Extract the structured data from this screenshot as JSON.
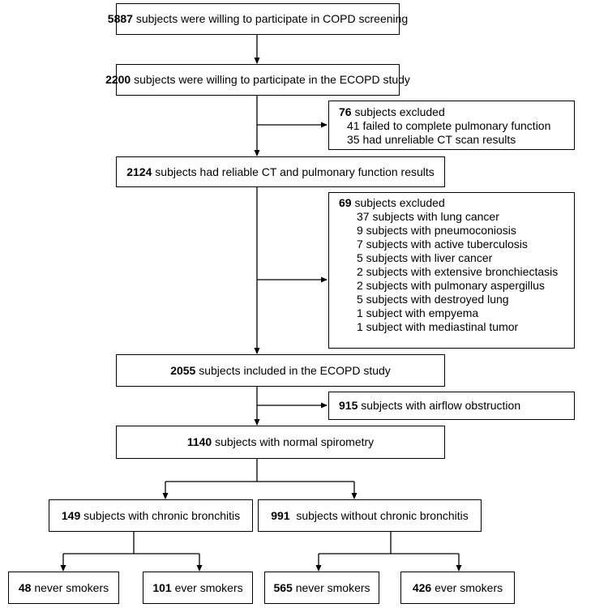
{
  "boxes": {
    "b1": {
      "num": "5887",
      "text": " subjects were willing to participate in COPD screening"
    },
    "b2": {
      "num": "2200",
      "text": " subjects were willing to participate in the ECOPD study"
    },
    "b3": {
      "num": "2124",
      "text": " subjects had reliable CT and pulmonary function results"
    },
    "b4": {
      "num": "2055",
      "text": " subjects included in the ECOPD study"
    },
    "b5": {
      "num": "1140",
      "text": " subjects with normal spirometry"
    },
    "b6": {
      "num": "149",
      "text": " subjects with chronic bronchitis"
    },
    "b7": {
      "num": "991",
      "text": "  subjects without chronic bronchitis"
    },
    "b8": {
      "num": "48",
      "text": " never smokers"
    },
    "b9": {
      "num": "101",
      "text": " ever smokers"
    },
    "b10": {
      "num": "565",
      "text": " never smokers"
    },
    "b11": {
      "num": "426",
      "text": " ever smokers"
    }
  },
  "exclusion1": {
    "num": "76",
    "text": " subjects excluded",
    "items": [
      "41 failed to complete pulmonary function",
      "35 had unreliable CT scan results"
    ]
  },
  "exclusion2": {
    "num": "69",
    "text": " subjects excluded",
    "items": [
      "37 subjects with lung cancer",
      "9 subjects with pneumoconiosis",
      "7 subjects with active tuberculosis",
      "5 subjects with liver cancer",
      "2 subjects with extensive bronchiectasis",
      "2 subjects with pulmonary aspergillus",
      "5 subjects with destroyed lung",
      "1 subject with empyema",
      "1 subject with mediastinal tumor"
    ]
  },
  "airflow": {
    "num": "915",
    "text": " subjects with airflow obstruction"
  }
}
